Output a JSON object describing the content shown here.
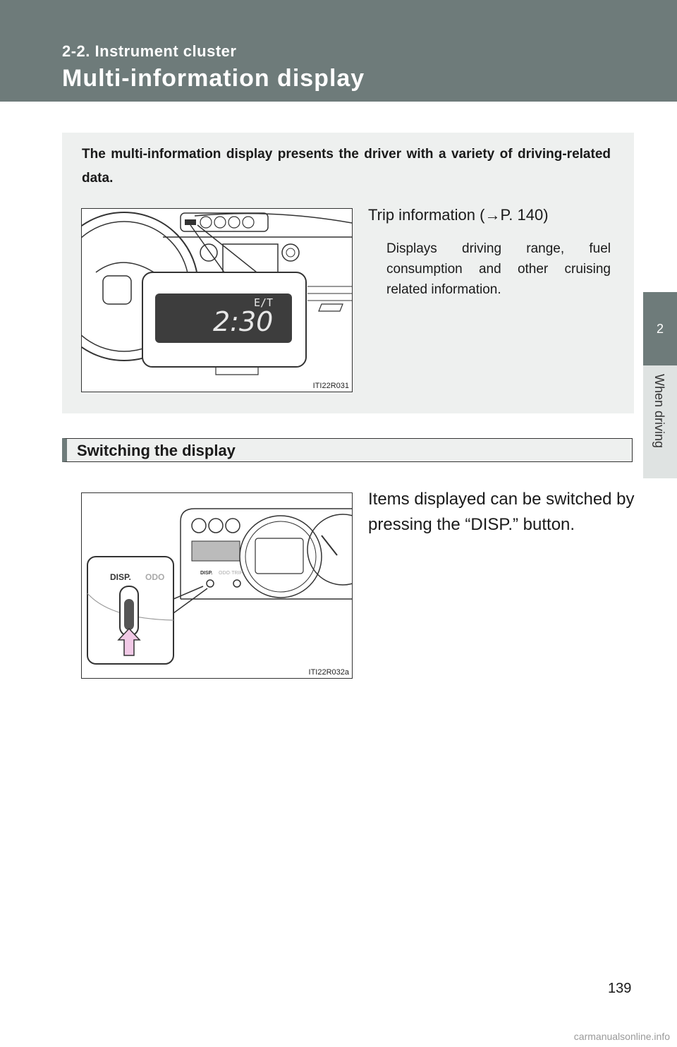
{
  "header": {
    "section_label": "2-2. Instrument cluster",
    "title": "Multi-information display"
  },
  "side_tab": {
    "number": "2",
    "label": "When driving"
  },
  "intro": {
    "text": "The multi-information display presents the driver with a variety of driving-related data.",
    "figure_code": "ITI22R031",
    "display_indicator": "E/T",
    "display_time": "2:30"
  },
  "trip_info": {
    "heading": "Trip information (→P. 140)",
    "description": "Displays driving range, fuel consumption and other cruising related information."
  },
  "switching": {
    "heading": "Switching the display",
    "description": "Items displayed can be switched by pressing the “DISP.” button.",
    "figure_code": "ITI22R032a",
    "btn_disp": "DISP.",
    "btn_odo": "ODO",
    "small_disp": "DISP.",
    "small_odo": "ODO·TRIP"
  },
  "footer": {
    "page_number": "139",
    "watermark": "carmanualsonline.info"
  }
}
